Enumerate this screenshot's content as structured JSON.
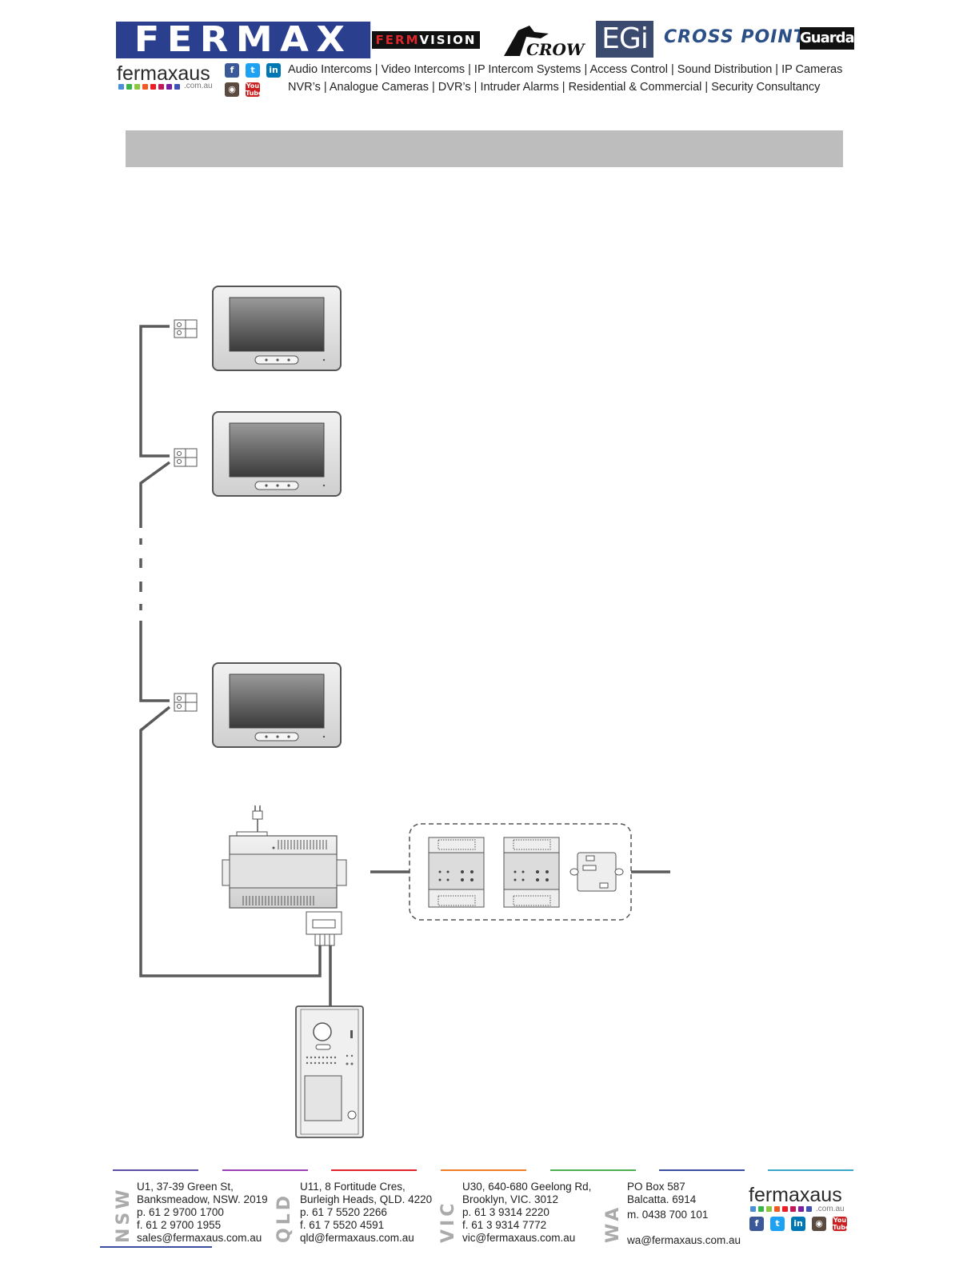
{
  "header": {
    "logos": {
      "fermax": "FERMAX",
      "fermvision_a": "FERM",
      "fermvision_b": "VISION",
      "crow": "CROW",
      "egi": "EGi",
      "crosspoint": "CROSS POINT",
      "guardall": "Guardall"
    },
    "brand": "fermaxaus",
    "brand_domain": ".com.au",
    "brand_colors": [
      "#4a90d9",
      "#39b54a",
      "#8dc63f",
      "#f15a24",
      "#ed1c24",
      "#c2185b",
      "#7b1fa2",
      "#3f51b5"
    ],
    "social_icons": [
      "facebook-icon",
      "twitter-icon",
      "linkedin-icon",
      "instagram-icon",
      "youtube-icon"
    ],
    "services_line1": "Audio Intercoms | Video Intercoms | IP Intercom Systems | Access Control | Sound Distribution | IP Cameras",
    "services_line2": "NVR’s | Analogue Cameras | DVR’s | Intruder Alarms | Residential & Commercial | Security Consultancy"
  },
  "diagram": {
    "monitor_count": 3,
    "accent_colors": {
      "wire": "#5a5a5a",
      "frame": "#555555"
    }
  },
  "footer": {
    "offices": [
      {
        "state": "NSW",
        "line1": "U1, 37-39 Green St,",
        "line2": "Banksmeadow, NSW. 2019",
        "phone": "p. 61 2 9700 1700",
        "fax": "f.  61 2 9700 1955",
        "email": "sales@fermaxaus.com.au",
        "color": "#5b4fa8"
      },
      {
        "state": "QLD",
        "line1": "U11, 8 Fortitude Cres,",
        "line2": "Burleigh Heads, QLD. 4220",
        "phone": "p. 61 7 5520 2266",
        "fax": "f.  61 7 5520 4591",
        "email": "qld@fermaxaus.com.au",
        "color": "#9b3fb5"
      },
      {
        "state": "VIC",
        "line1": "U30, 640-680 Geelong Rd,",
        "line2": "Brooklyn, VIC. 3012",
        "phone": "p. 61 3 9314 2220",
        "fax": "f.  61 3 9314 7772",
        "email": "vic@fermaxaus.com.au",
        "color": "#e0262b"
      },
      {
        "state": "WA",
        "line1": "PO Box 587",
        "line2": "Balcatta. 6914",
        "phone": "m. 0438 700 101",
        "fax": "",
        "email": "wa@fermaxaus.com.au",
        "color": "#f07e26"
      }
    ],
    "extra_line_colors": [
      "#4caf50",
      "#3b4fa0",
      "#3aa6c8"
    ],
    "brand": "fermaxaus",
    "brand_domain": ".com.au"
  }
}
